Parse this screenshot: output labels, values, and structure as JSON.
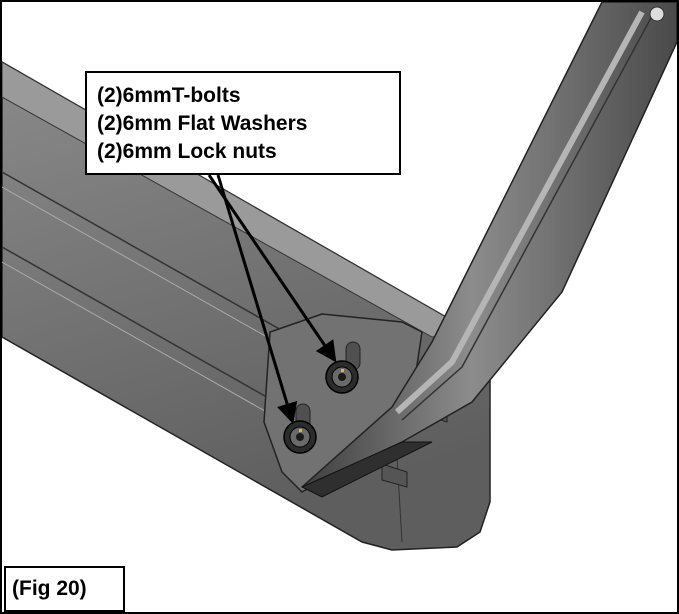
{
  "callout": {
    "lines": [
      "(2)6mmT-bolts",
      "(2)6mm Flat Washers",
      "(2)6mm Lock nuts"
    ]
  },
  "figure_label": "(Fig 20)",
  "colors": {
    "rail": "#7c7c7c",
    "rail_dark": "#4a4a4a",
    "plate": "#6f6f6f",
    "upright": "#5c5c5c",
    "bolt": "#2a2a2a",
    "arrow": "#000000"
  }
}
